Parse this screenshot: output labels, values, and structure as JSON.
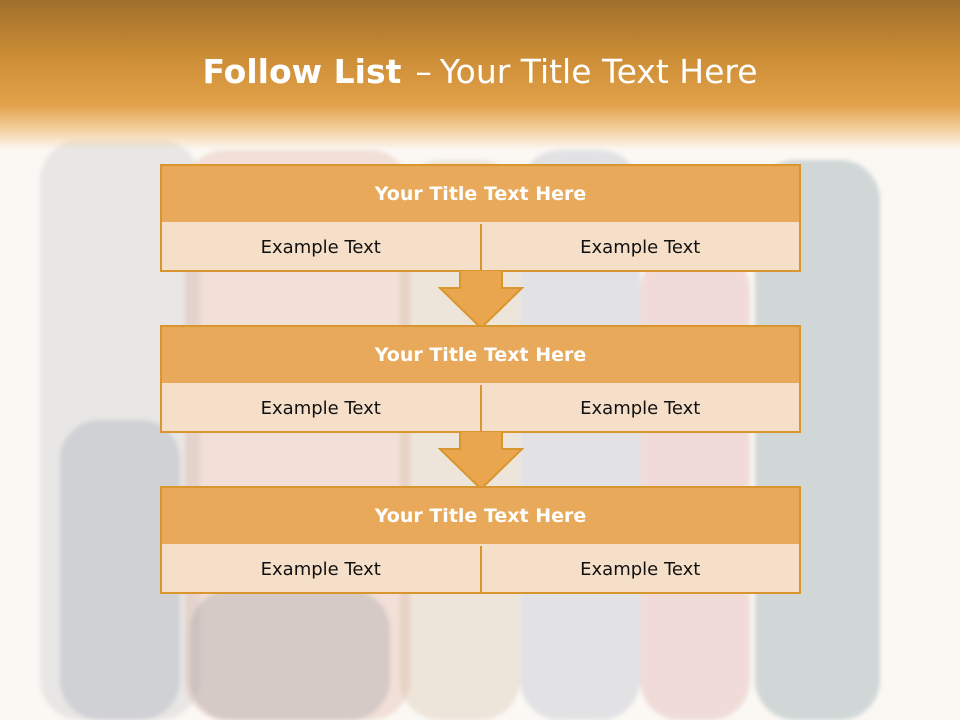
{
  "slide": {
    "title_bold": "Follow List",
    "title_dash": "–",
    "title_rest": "Your Title Text Here"
  },
  "blocks": [
    {
      "title": "Your Title Text Here",
      "left": "Example Text",
      "right": "Example Text"
    },
    {
      "title": "Your Title Text Here",
      "left": "Example Text",
      "right": "Example Text"
    },
    {
      "title": "Your Title Text Here",
      "left": "Example Text",
      "right": "Example Text"
    }
  ],
  "colors": {
    "header_dark": "#9f6f2c",
    "header_light": "#e3a24a",
    "block_title_fill": "#e8a95a",
    "block_cell_fill": "#f6dfc8",
    "border": "#d9962f",
    "arrow_fill": "#eaa64f"
  }
}
